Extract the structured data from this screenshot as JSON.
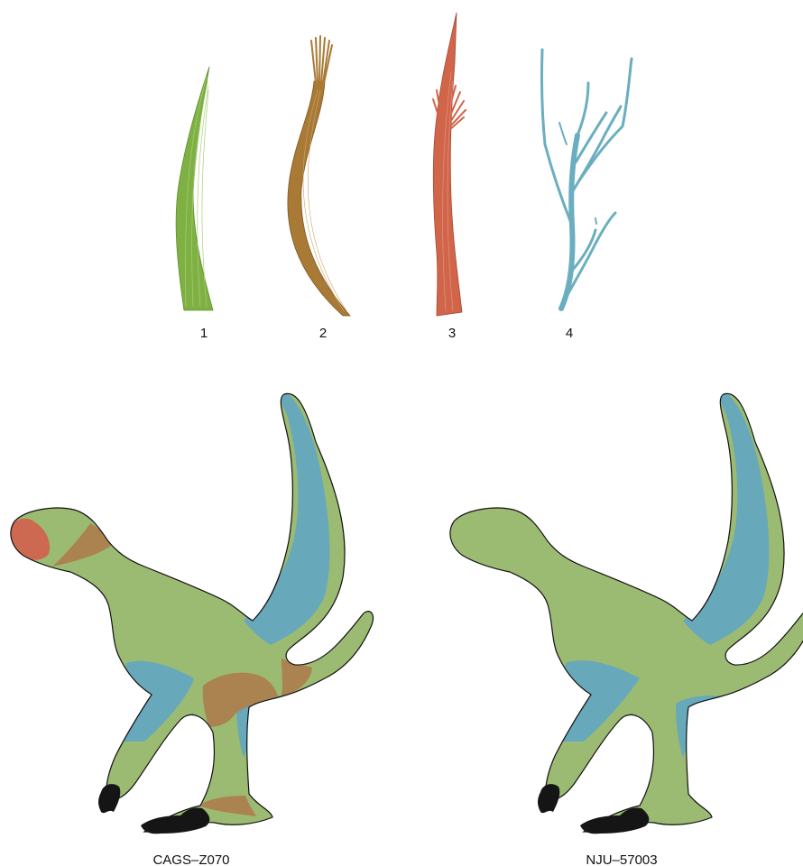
{
  "feather_types": [
    {
      "label": "1",
      "color": "#7fb044"
    },
    {
      "label": "2",
      "color": "#a87a36"
    },
    {
      "label": "3",
      "color": "#d0654a"
    },
    {
      "label": "4",
      "color": "#6aaec0"
    }
  ],
  "specimens": [
    {
      "label": "CAGS–Z070"
    },
    {
      "label": "NJU–57003"
    }
  ],
  "colors": {
    "body_green": "#9bbb72",
    "blue_region": "#67a8ba",
    "brown_region": "#ab8350",
    "red_region": "#cd6950",
    "claw_black": "#151515",
    "outline": "#111111"
  }
}
